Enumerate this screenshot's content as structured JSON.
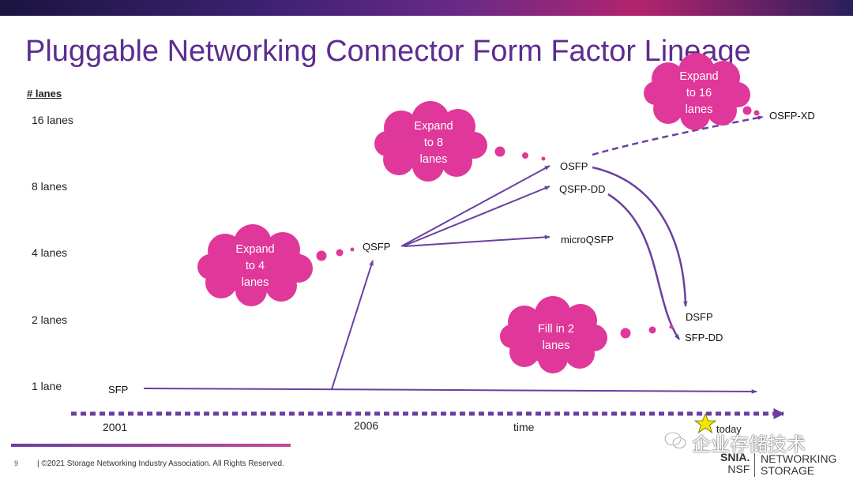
{
  "title": "Pluggable Networking Connector Form Factor Lineage",
  "lanes_heading": "# lanes",
  "lanes": [
    "16 lanes",
    "8 lanes",
    "4 lanes",
    "2 lanes",
    "1 lane"
  ],
  "connectors": {
    "sfp": "SFP",
    "qsfp": "QSFP",
    "osfp": "OSFP",
    "qsfp_dd": "QSFP-DD",
    "microqsfp": "microQSFP",
    "osfp_xd": "OSFP-XD",
    "dsfp": "DSFP",
    "sfp_dd": "SFP-DD"
  },
  "clouds": {
    "expand4": [
      "Expand",
      "to 4",
      "lanes"
    ],
    "expand8": [
      "Expand",
      "to 8",
      "lanes"
    ],
    "expand16": [
      "Expand",
      "to 16",
      "lanes"
    ],
    "fill2": [
      "Fill in 2",
      "lanes"
    ]
  },
  "timeline": {
    "y2001": "2001",
    "y2006": "2006",
    "time": "time",
    "today": "today"
  },
  "footer": {
    "page_number": "9",
    "copyright": "| ©2021 Storage Networking Industry Association. All Rights Reserved.",
    "logo_snia": "SNIA.",
    "logo_nsf": "NSF",
    "logo_networking": "NETWORKING",
    "logo_storage": "STORAGE"
  },
  "watermark": "企业存储技术",
  "colors": {
    "title": "#5c2d8f",
    "arrow": "#6b3fa0",
    "cloud": "#e0379a",
    "star": "#f2e600"
  }
}
